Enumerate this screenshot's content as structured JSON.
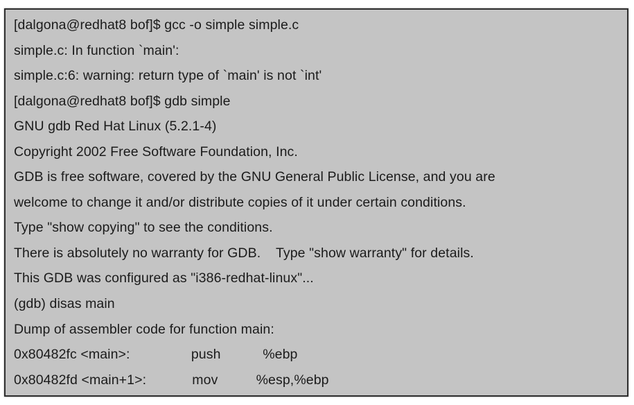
{
  "colors": {
    "terminal_background": "#c4c4c4",
    "terminal_border": "#303030",
    "terminal_text": "#1b1b1b",
    "page_background": "#ffffff"
  },
  "terminal": {
    "lines": [
      "[dalgona@redhat8 bof]$ gcc -o simple simple.c",
      "simple.c: In function `main':",
      "simple.c:6: warning: return type of `main' is not `int'",
      "[dalgona@redhat8 bof]$ gdb simple",
      "GNU gdb Red Hat Linux (5.2.1-4)",
      "Copyright 2002 Free Software Foundation, Inc.",
      "GDB is free software, covered by the GNU General Public License, and you are",
      "welcome to change it and/or distribute copies of it under certain conditions.",
      "Type \"show copying\" to see the conditions.",
      "There is absolutely no warranty for GDB.    Type \"show warranty\" for details.",
      "This GDB was configured as \"i386-redhat-linux\"...",
      "(gdb) disas main",
      "Dump of assembler code for function main:",
      "0x80482fc <main>:                push           %ebp",
      "0x80482fd <main+1>:            mov          %esp,%ebp"
    ],
    "prompt_user": "dalgona",
    "prompt_host": "redhat8",
    "prompt_dir": "bof",
    "gdb_prompt": "(gdb)"
  }
}
